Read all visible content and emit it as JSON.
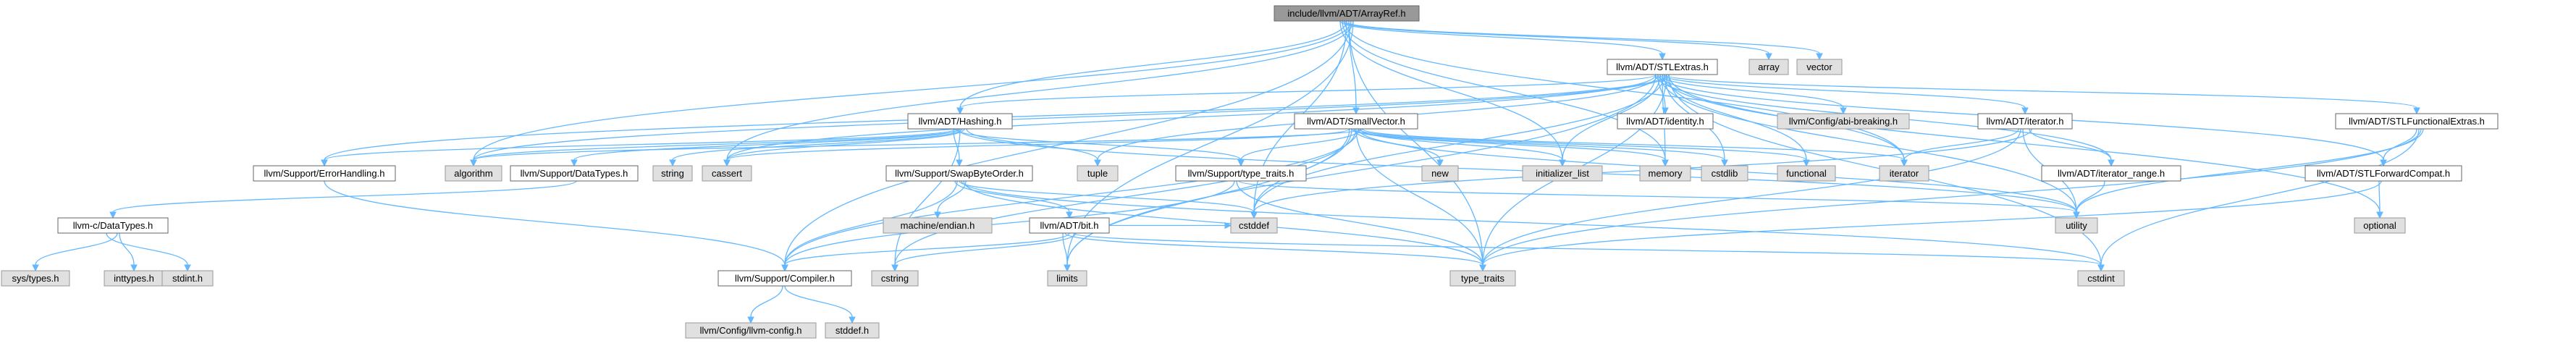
{
  "colors": {
    "edge": "#63b8ff",
    "root_fill": "#999999",
    "header_fill": "#ffffff",
    "system_fill": "#e0e0e0",
    "node_stroke": "#666666",
    "system_stroke": "#999999"
  },
  "nodes": {
    "root": "include/llvm/ADT/ArrayRef.h",
    "stlextras": "llvm/ADT/STLExtras.h",
    "array": "array",
    "vector": "vector",
    "hashing": "llvm/ADT/Hashing.h",
    "smallvector": "llvm/ADT/SmallVector.h",
    "identity": "llvm/ADT/identity.h",
    "abibreaking": "llvm/Config/abi-breaking.h",
    "iterator_h": "llvm/ADT/iterator.h",
    "stlfunctional": "llvm/ADT/STLFunctionalExtras.h",
    "errorhandling": "llvm/Support/ErrorHandling.h",
    "algorithm": "algorithm",
    "datatypes": "llvm/Support/DataTypes.h",
    "string": "string",
    "cassert": "cassert",
    "tuple": "tuple",
    "new": "new",
    "initializer_list": "initializer_list",
    "memory": "memory",
    "cstdlib": "cstdlib",
    "functional": "functional",
    "iterator": "iterator",
    "iterator_range": "llvm/ADT/iterator_range.h",
    "stlforwardcompat": "llvm/ADT/STLForwardCompat.h",
    "cdatatypes": "llvm-c/DataTypes.h",
    "swapbyteorder": "llvm/Support/SwapByteOrder.h",
    "type_traits_h": "llvm/Support/type_traits.h",
    "utility": "utility",
    "optional": "optional",
    "sys_types": "sys/types.h",
    "inttypes": "inttypes.h",
    "stdint": "stdint.h",
    "machine_endian": "machine/endian.h",
    "bit": "llvm/ADT/bit.h",
    "cstddef": "cstddef",
    "compiler": "llvm/Support/Compiler.h",
    "limits": "limits",
    "cstring": "cstring",
    "type_traits": "type_traits",
    "cstdint": "cstdint",
    "llvm_config": "llvm/Config/llvm-config.h",
    "stddef": "stddef.h"
  }
}
